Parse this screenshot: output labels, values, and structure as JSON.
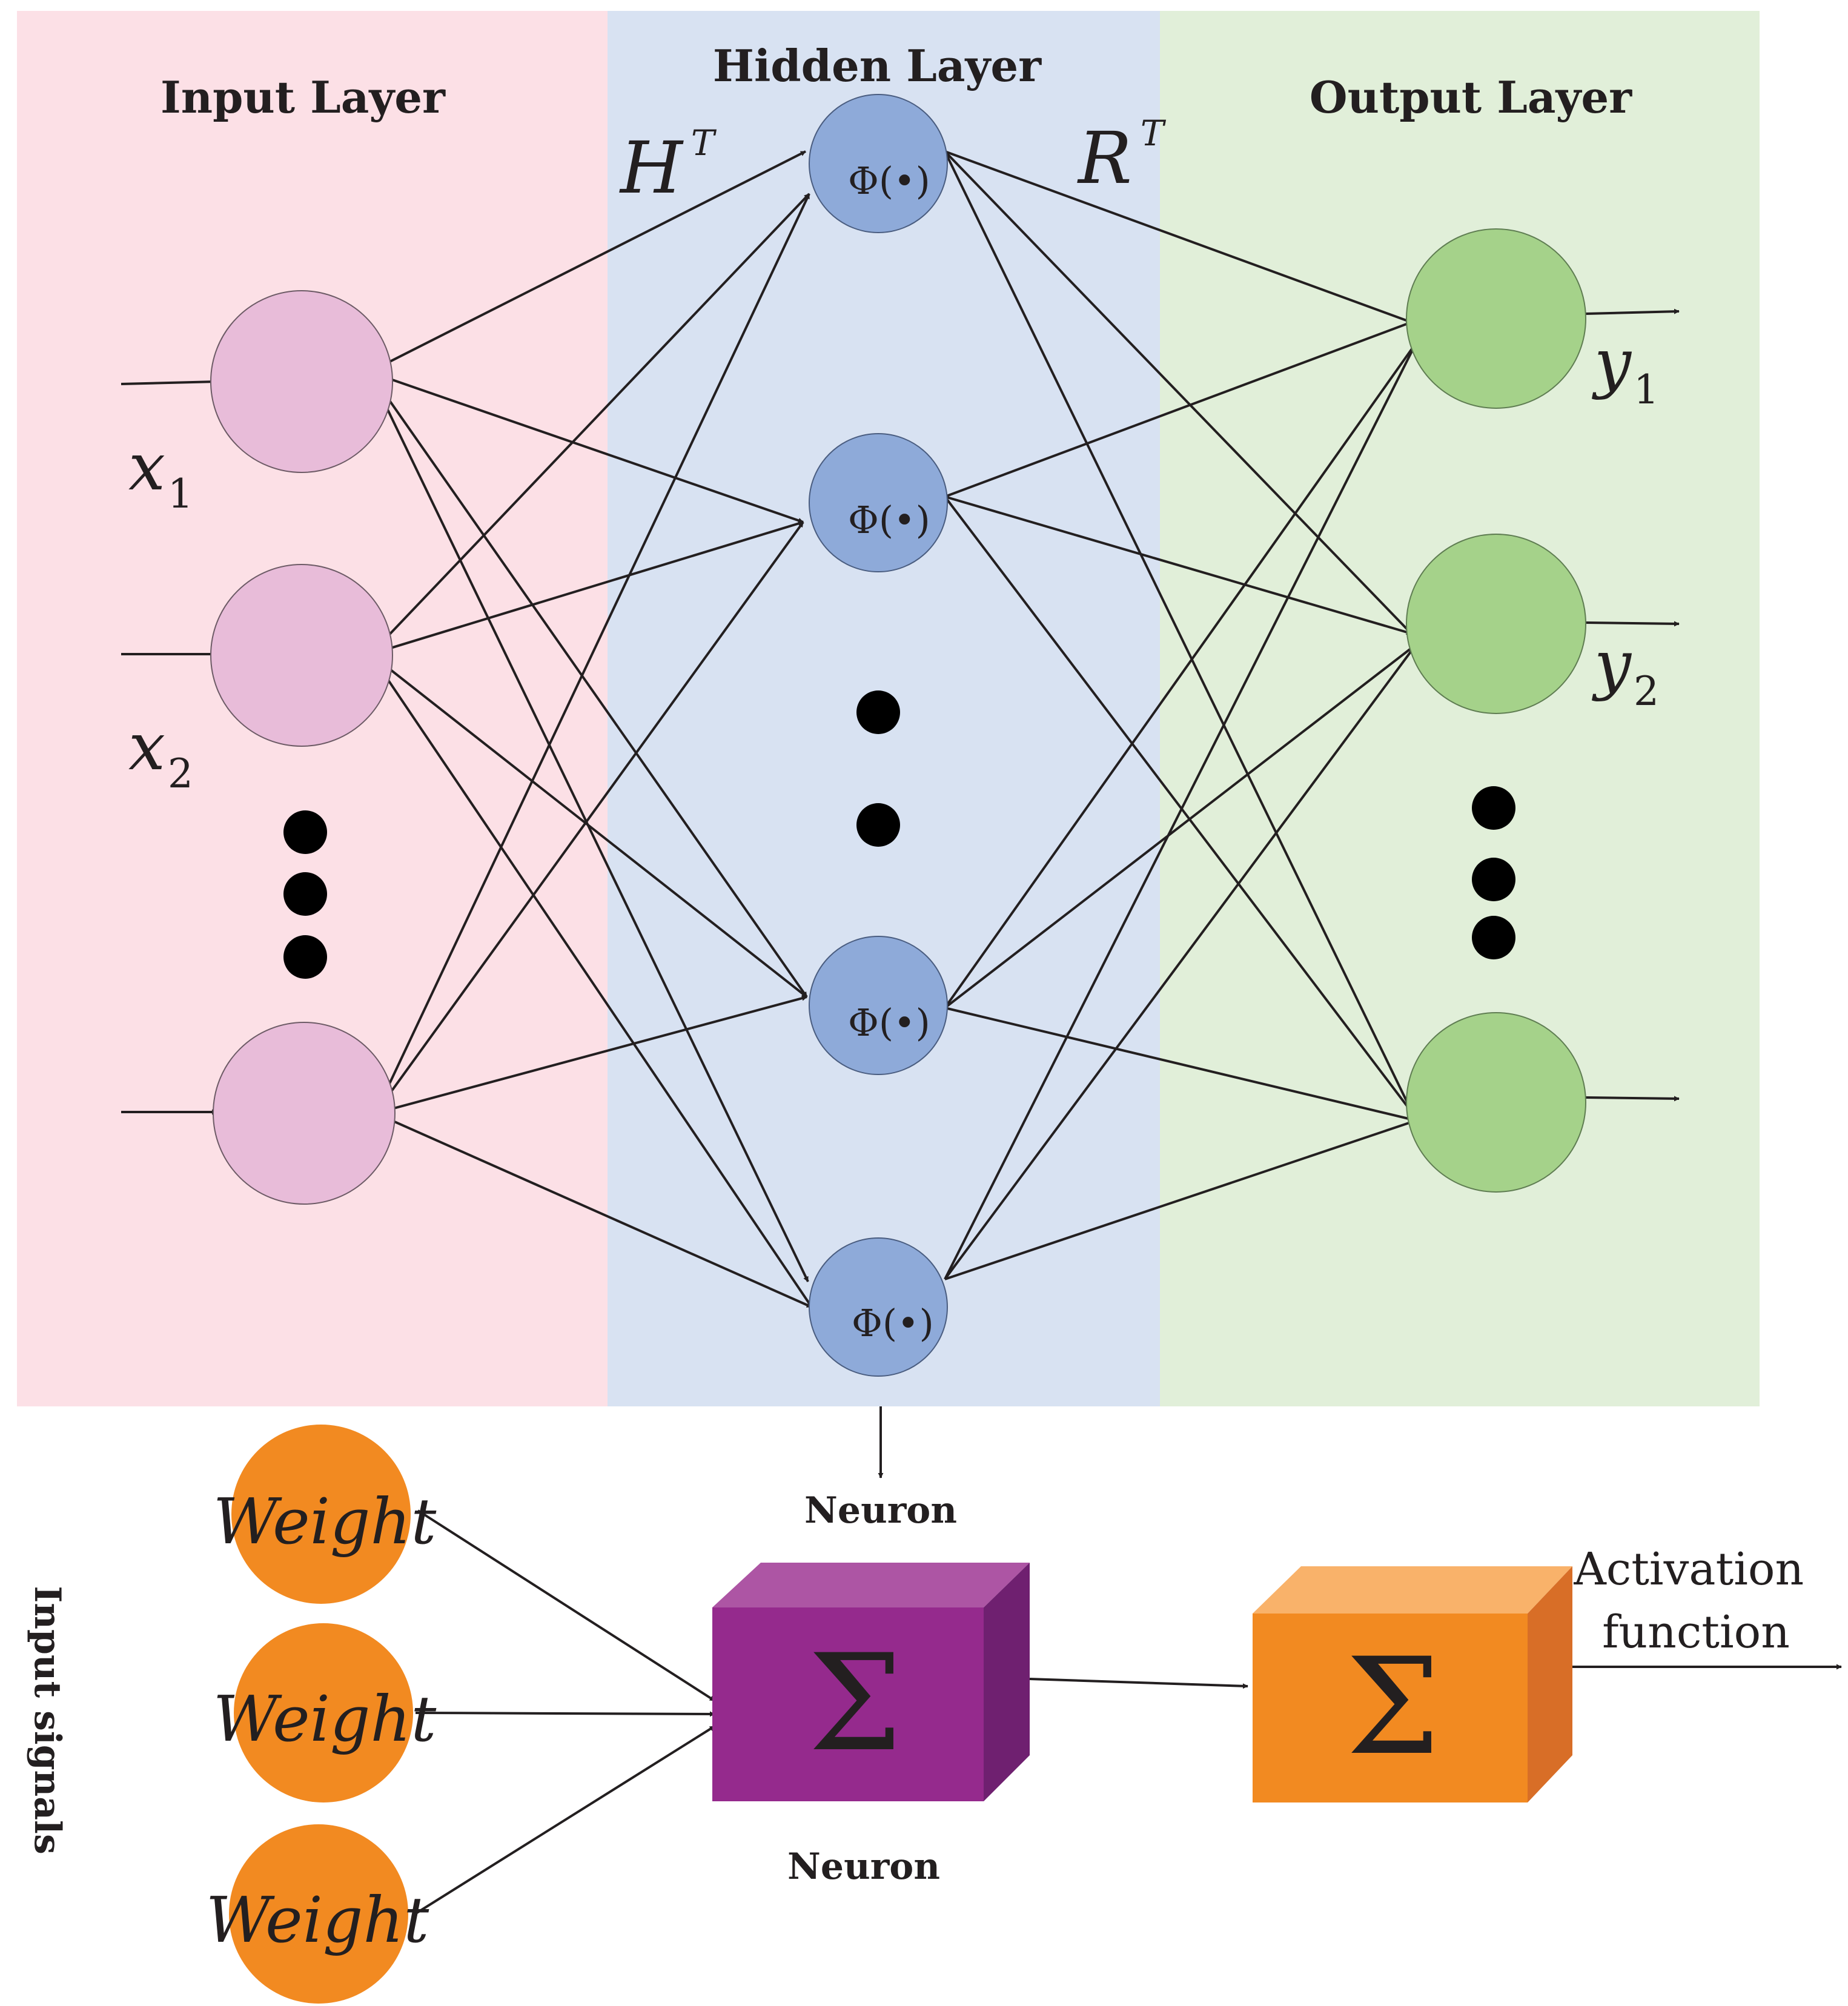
{
  "colors": {
    "input_panel": "#fce0e6",
    "hidden_panel": "#d8e2f2",
    "output_panel": "#e1efd9",
    "input_node": "#e8bcd9",
    "hidden_node": "#8eaad9",
    "output_node": "#a5d28a",
    "weight_node": "#f28a21",
    "purple_box": "#952a8d",
    "orange_box": "#f28a21",
    "line": "#231f20"
  },
  "layers": {
    "input_title": "Input Layer",
    "hidden_title": "Hidden Layer",
    "output_title": "Output Layer"
  },
  "matrix_labels": {
    "hidden_weights": "H",
    "hidden_weights_sup": "T",
    "output_weights": "R",
    "output_weights_sup": "T"
  },
  "input_labels": [
    {
      "var": "x",
      "sub": "1"
    },
    {
      "var": "x",
      "sub": "2"
    }
  ],
  "output_labels": [
    {
      "var": "y",
      "sub": "1"
    },
    {
      "var": "y",
      "sub": "2"
    }
  ],
  "activation_symbol": "Φ(•)",
  "neuron_model": {
    "top_caption": "Neuron",
    "bottom_caption": "Neuron",
    "weights": [
      "Weight",
      "Weight",
      "Weight"
    ],
    "sum_symbol": "Σ",
    "activation_label_line1": "Activation",
    "activation_label_line2": "function",
    "side_label": "Input signals"
  }
}
